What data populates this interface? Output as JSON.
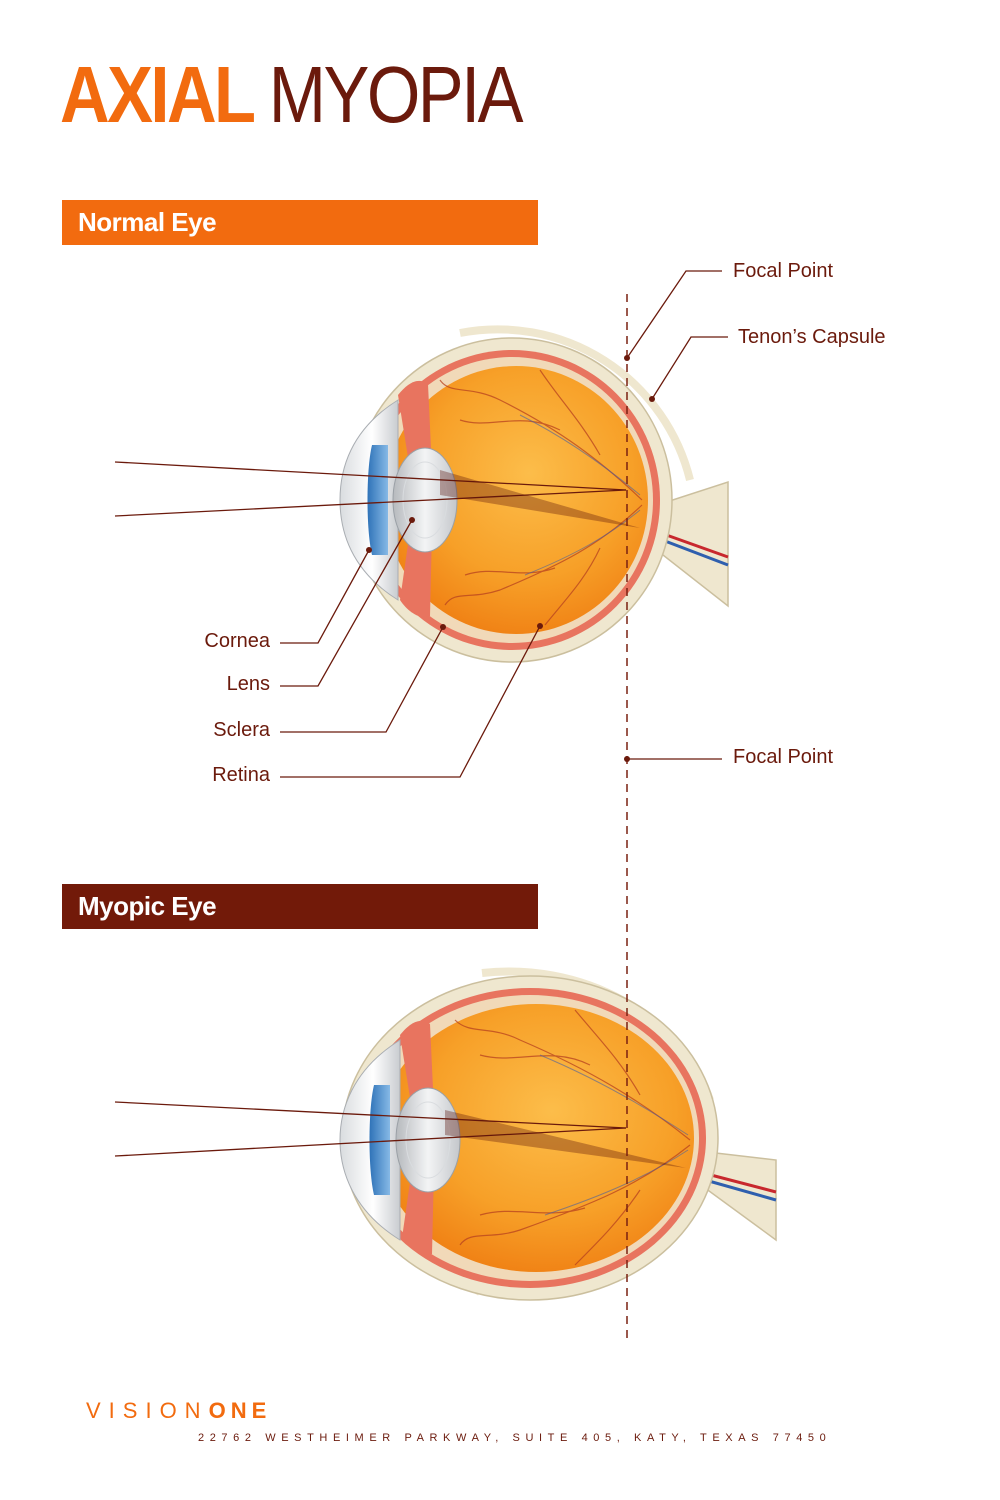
{
  "title": {
    "word1": "AXIAL",
    "word2": "MYOPIA"
  },
  "sections": {
    "normal": "Normal Eye",
    "myopic": "Myopic Eye"
  },
  "labels": {
    "focal_point_normal": "Focal Point",
    "tenons_capsule": "Tenon’s Capsule",
    "cornea": "Cornea",
    "lens": "Lens",
    "sclera": "Sclera",
    "retina": "Retina",
    "focal_point_myopic": "Focal Point"
  },
  "footer": {
    "logo_text": "VISION",
    "logo_one": "ONE",
    "address": "22762 WESTHEIMER PARKWAY, SUITE 405, KATY, TEXAS 77450"
  },
  "colors": {
    "orange": "#f26b0f",
    "dark_red": "#721a09",
    "label_text": "#6b1a0c",
    "sclera_cream": "#efe7cf",
    "retina_pink": "#e8745f",
    "vitreous_orange": "#f49a22"
  }
}
